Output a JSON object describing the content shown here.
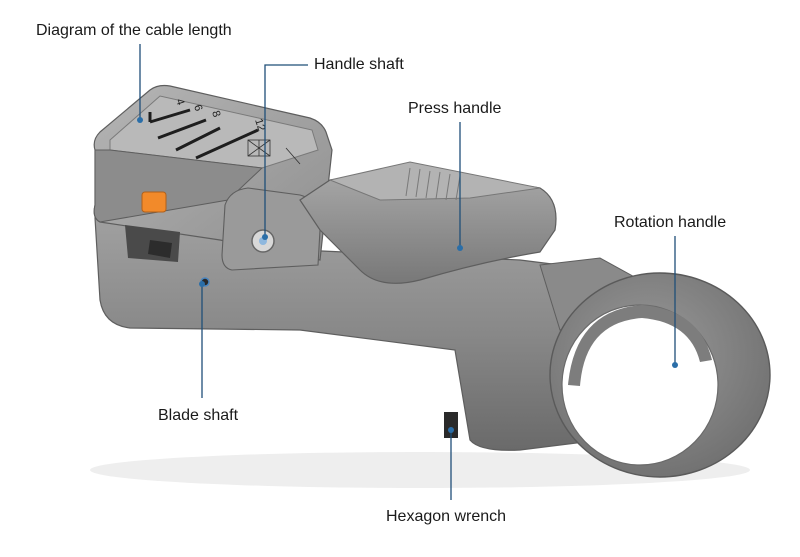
{
  "callouts": [
    {
      "id": "diagram",
      "text": "Diagram of the cable length"
    },
    {
      "id": "handle_shaft",
      "text": "Handle shaft"
    },
    {
      "id": "press_handle",
      "text": "Press handle"
    },
    {
      "id": "rotation_handle",
      "text": "Rotation handle"
    },
    {
      "id": "blade_shaft",
      "text": "Blade shaft"
    },
    {
      "id": "hex_wrench",
      "text": "Hexagon wrench"
    }
  ],
  "scale_marks": [
    "4",
    "6",
    "8",
    "12"
  ],
  "colors": {
    "body": "#8a8a8a",
    "body_dark": "#6e6e6e",
    "body_light": "#a3a3a3",
    "accent": "#f28a2a",
    "leader": "#1f4f78"
  }
}
